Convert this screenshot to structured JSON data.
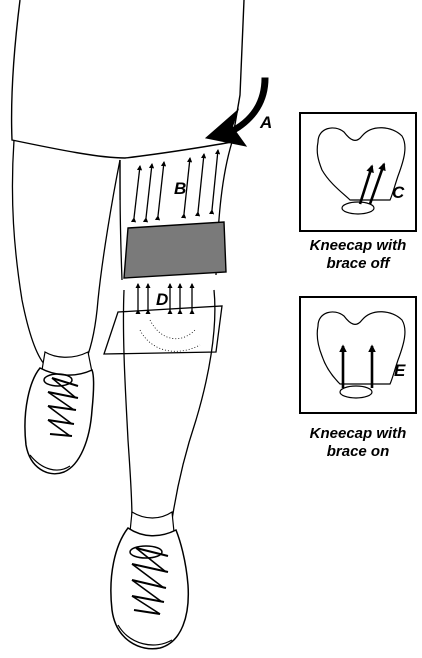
{
  "labels": {
    "a": "A",
    "b": "B",
    "c": "C",
    "d": "D",
    "e": "E"
  },
  "captions": {
    "brace_off_line1": "Kneecap with",
    "brace_off_line2": "brace off",
    "brace_on_line1": "Kneecap with",
    "brace_on_line2": "brace on"
  },
  "colors": {
    "ink": "#000000",
    "brace_band": "#7a7a7a",
    "paper": "#ffffff"
  }
}
